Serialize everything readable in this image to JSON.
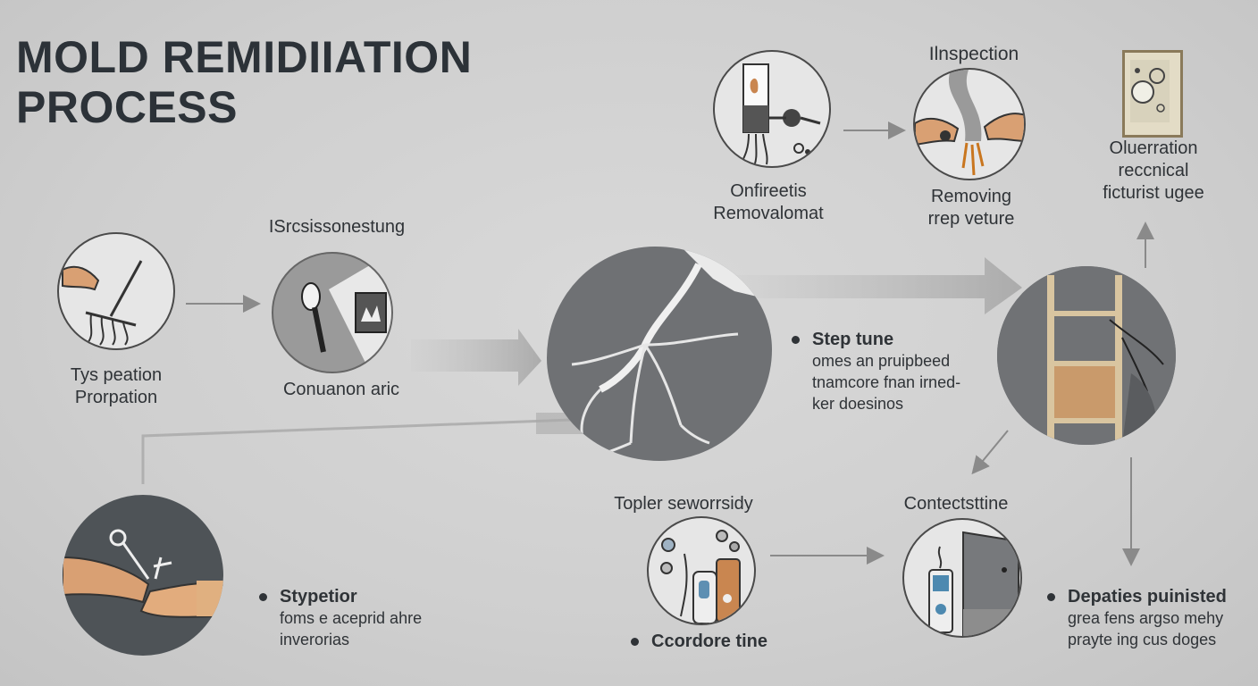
{
  "title": {
    "line1": "MOLD REMIDIIATION",
    "line2": "PROCESS"
  },
  "steps": {
    "s1": {
      "line1": "Tys peation",
      "line2": "Prorpation"
    },
    "s2_top": "ISrcsissonestung",
    "s2_bottom": "Conuanon aric",
    "s3": {
      "line1": "Onfireetis",
      "line2": "Removalomat"
    },
    "s4_top": "Ilnspection",
    "s4": {
      "line1": "Removing",
      "line2": "rrep veture"
    },
    "s5": {
      "line1": "Oluerration",
      "line2": "reccnical",
      "line3": "ficturist ugee"
    },
    "s6_top": "Topler seworrsidy",
    "s7_top": "Contectsttine"
  },
  "bullets": {
    "b1": {
      "head": "Step tune",
      "line1": "omes an pruipbeed",
      "line2": "tnamcore fnan irned-",
      "line3": "ker doesinos"
    },
    "b2": {
      "head": "Stypetior",
      "line1": "foms e aceprid ahre",
      "line2": "inverorias"
    },
    "b3": {
      "head": "Ccordore tine"
    },
    "b4": {
      "head": "Depaties puinisted",
      "line1": "grea fens argso mehy",
      "line2": "prayte ing cus doges"
    }
  },
  "colors": {
    "background": "#d3d3d3",
    "text": "#2c3238",
    "arrow": "#8a8a8a",
    "accent_skin": "#d9a073",
    "accent_wood": "#c99a6b"
  }
}
